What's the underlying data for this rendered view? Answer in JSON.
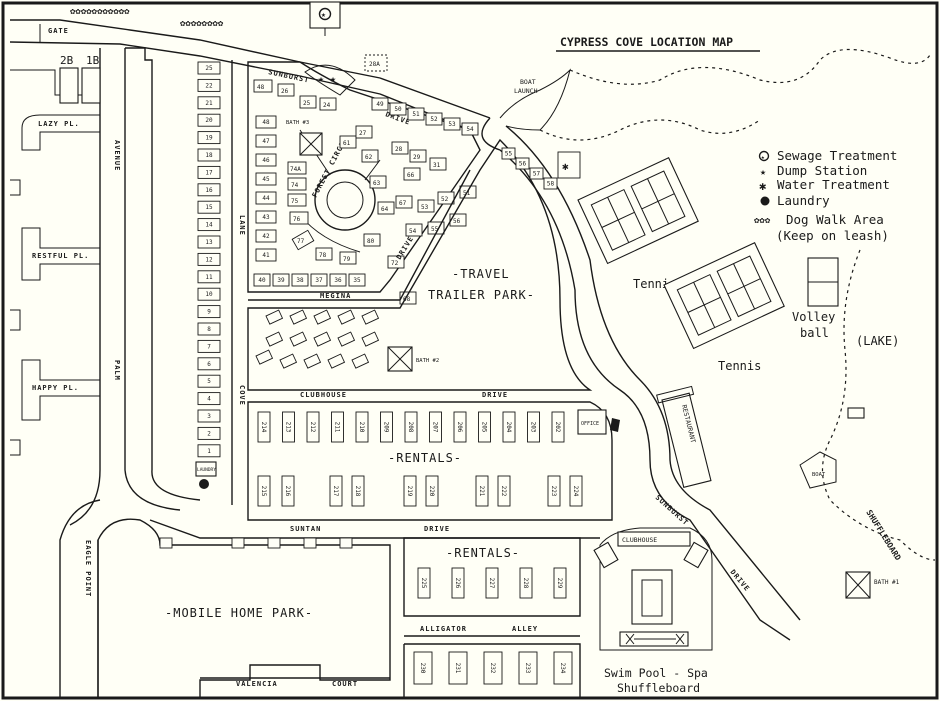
{
  "title": "CYPRESS COVE LOCATION MAP",
  "legend": {
    "sewage": "Sewage Treatment",
    "dump": "Dump Station",
    "water": "Water Treatment",
    "laundry": "Laundry",
    "dogwalk": "Dog Walk Area",
    "leash": "(Keep on leash)"
  },
  "areas": {
    "travel_trailer_1": "-TRAVEL",
    "travel_trailer_2": "TRAILER PARK-",
    "rentals_1": "-RENTALS-",
    "rentals_2": "-RENTALS-",
    "mobile_home": "-MOBILE HOME PARK-",
    "lake": "(LAKE)",
    "tennis": "Tennis",
    "volleyball_1": "Volley",
    "volleyball_2": "ball",
    "swim_pool": "Swim Pool - Spa",
    "shuffleboard": "Shuffleboard",
    "shuffleboard_vertical": "SHUFFLEBOARD",
    "boat_launch_1": "BOAT",
    "boat_launch_2": "LAUNCH"
  },
  "streets": {
    "gate": "GATE",
    "sunburst": "SUNBURST",
    "drive": "DRIVE",
    "forest_circle": "FOREST CIRCLE",
    "magina": "MEGINA",
    "clubhouse": "CLUBHOUSE",
    "suntan": "SUNTAN",
    "alligator": "ALLIGATOR",
    "alley": "ALLEY",
    "valencia": "VALENCIA",
    "court": "COURT",
    "lazy_pl": "LAZY PL.",
    "restful_pl": "RESTFUL PL.",
    "happy_pl": "HAPPY PL.",
    "avenue": "AVENUE",
    "palm": "PALM",
    "lane": "LANE",
    "cove": "COVE",
    "eagle_point": "EAGLE POINT"
  },
  "buildings": {
    "restaurant": "RESTAURANT",
    "clubhouse": "CLUBHOUSE",
    "office": "OFFICE",
    "bath1": "BATH #1",
    "bath2": "BATH #2",
    "bath3": "BATH #3",
    "laundry": "LAUNDRY",
    "boat": "BOAT",
    "lot_2b": "2B",
    "lot_1b": "1B",
    "lot_28a": "28A"
  },
  "cove_lane_lots": [
    "25",
    "22",
    "21",
    "20",
    "19",
    "18",
    "17",
    "16",
    "15",
    "14",
    "13",
    "12",
    "11",
    "10",
    "9",
    "8",
    "7",
    "6",
    "5",
    "4",
    "3",
    "2",
    "1"
  ],
  "rentals_top": [
    "214",
    "213",
    "212",
    "211",
    "210",
    "209",
    "208",
    "207",
    "206",
    "205",
    "204",
    "203",
    "202"
  ],
  "rentals_bottom": [
    "215",
    "216",
    "217",
    "218",
    "219",
    "220",
    "221",
    "222",
    "223",
    "224"
  ],
  "rentals_mid": [
    "225",
    "226",
    "227",
    "228",
    "229"
  ],
  "rentals_alley": [
    "230",
    "231",
    "232",
    "233",
    "234"
  ],
  "forest_lots_left": [
    "48",
    "47",
    "46",
    "45",
    "44",
    "43",
    "42",
    "41"
  ],
  "forest_lots_bottom": [
    "40",
    "39",
    "38",
    "37",
    "36",
    "35"
  ],
  "sunburst_lots": [
    "49",
    "50",
    "51",
    "52",
    "53",
    "54"
  ],
  "boat_lots": [
    "55",
    "56",
    "57",
    "58"
  ]
}
